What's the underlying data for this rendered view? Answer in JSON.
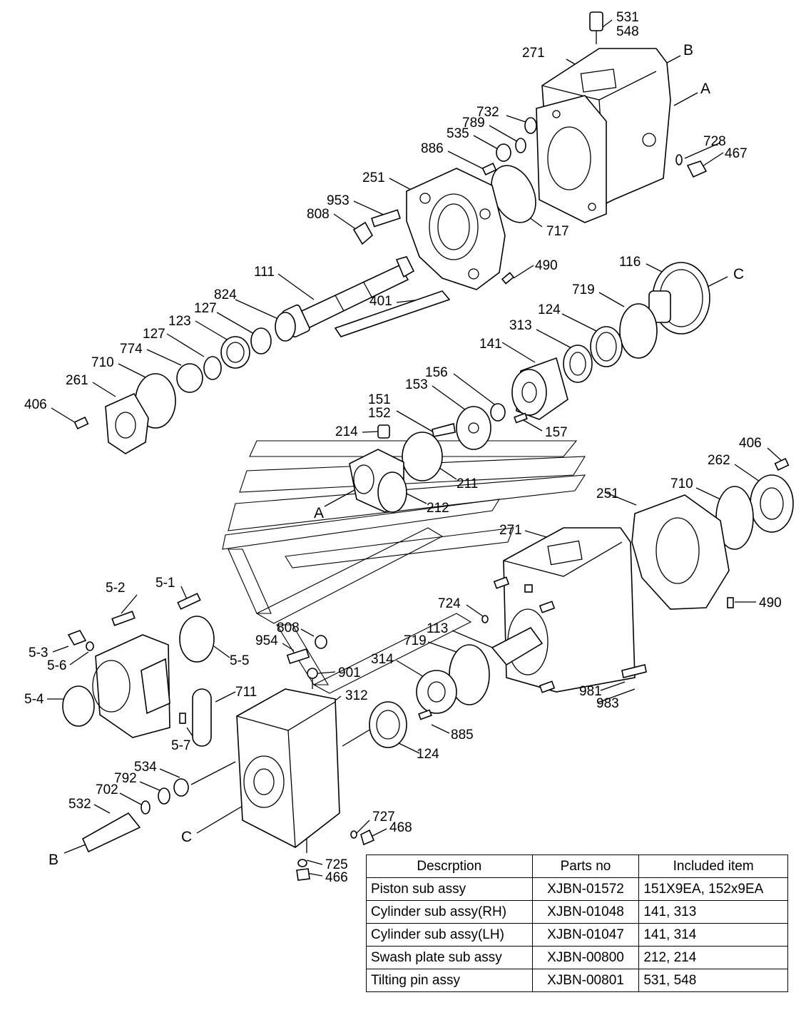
{
  "labels": {
    "l531": "531",
    "l548": "548",
    "l271a": "271",
    "lBa": "B",
    "lAa": "A",
    "l732": "732",
    "l789": "789",
    "l535": "535",
    "l728": "728",
    "l467": "467",
    "l886": "886",
    "l251a": "251",
    "l953": "953",
    "l808a": "808",
    "l717": "717",
    "l490a": "490",
    "l111": "111",
    "l116": "116",
    "lCa": "C",
    "l719a": "719",
    "l824": "824",
    "l127a": "127",
    "l123": "123",
    "l401": "401",
    "l124a": "124",
    "l313": "313",
    "l127b": "127",
    "l774": "774",
    "l710a": "710",
    "l141": "141",
    "l261": "261",
    "l406a": "406",
    "l156": "156",
    "l153": "153",
    "l151": "151",
    "l152": "152",
    "l157": "157",
    "l214": "214",
    "l211": "211",
    "l212": "212",
    "lAb": "A",
    "l406b": "406",
    "l262": "262",
    "l251b": "251",
    "l710b": "710",
    "l271b": "271",
    "l490b": "490",
    "l724": "724",
    "l113": "113",
    "l719b": "719",
    "l5_2": "5-2",
    "l5_1": "5-1",
    "l808b": "808",
    "l954": "954",
    "l5_3": "5-3",
    "l5_6": "5-6",
    "l5_5": "5-5",
    "l901": "901",
    "l314": "314",
    "l981": "981",
    "l983": "983",
    "l5_4": "5-4",
    "l711": "711",
    "l312": "312",
    "l885": "885",
    "l5_7": "5-7",
    "l124b": "124",
    "l534": "534",
    "l792": "792",
    "l702": "702",
    "l532": "532",
    "lCb": "C",
    "l727": "727",
    "l468": "468",
    "lBb": "B",
    "l725": "725",
    "l466": "466"
  },
  "table": {
    "headers": [
      "Descrption",
      "Parts no",
      "Included item"
    ],
    "rows": [
      {
        "desc": "Piston sub assy",
        "part": "XJBN-01572",
        "items": "151X9EA, 152x9EA"
      },
      {
        "desc": "Cylinder sub assy(RH)",
        "part": "XJBN-01048",
        "items": "141, 313"
      },
      {
        "desc": "Cylinder sub assy(LH)",
        "part": "XJBN-01047",
        "items": "141, 314"
      },
      {
        "desc": "Swash plate sub assy",
        "part": "XJBN-00800",
        "items": "212, 214"
      },
      {
        "desc": "Tilting pin assy",
        "part": "XJBN-00801",
        "items": "531, 548"
      }
    ]
  }
}
